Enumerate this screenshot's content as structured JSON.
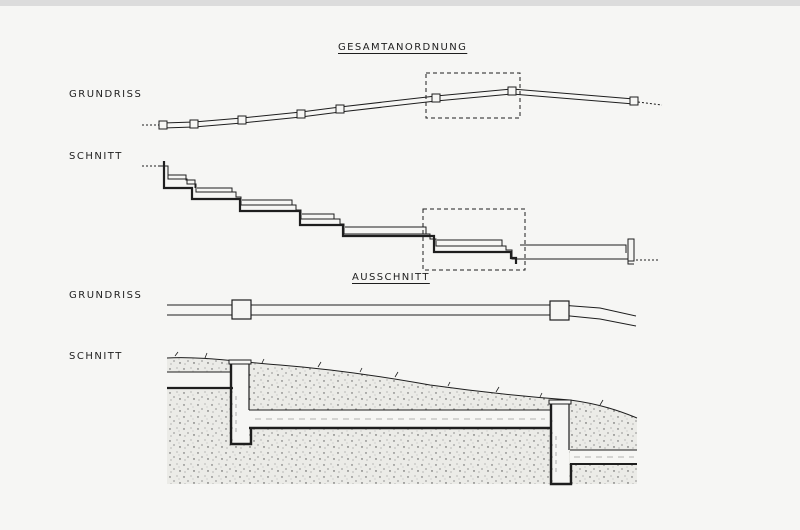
{
  "titles": {
    "overall": "GESAMTANORDNUNG",
    "detail": "AUSSCHNITT"
  },
  "labels": {
    "plan_overall": "GRUNDRISS",
    "section_overall": "SCHNITT",
    "plan_detail": "GRUNDRISS",
    "section_detail": "SCHNITT"
  },
  "colors": {
    "ink": "#1e1e1e",
    "paper": "#f6f6f4",
    "soil_fill": "#e8e8e4",
    "water": "#9a9a9a"
  }
}
